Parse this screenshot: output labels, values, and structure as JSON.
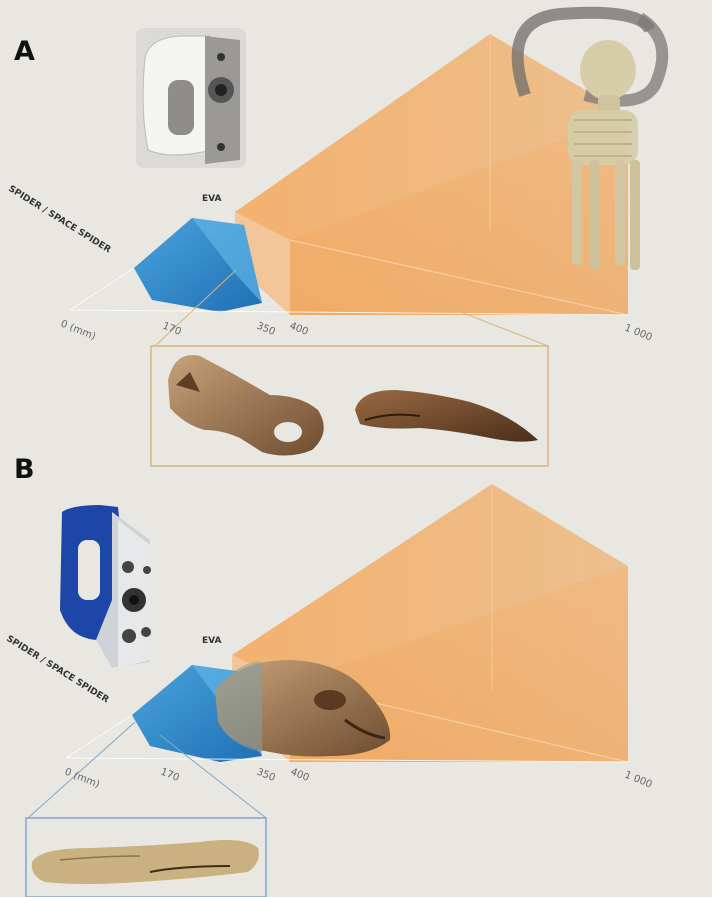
{
  "panels": [
    {
      "letter": "A",
      "labels": {
        "spider": "SPIDER / SPACE SPIDER",
        "eva": "EVA"
      },
      "ticks": [
        "0 (mm)",
        "170",
        "350",
        "400",
        "1 000"
      ],
      "specimens": [
        "skull-fossil",
        "jaw-fossil",
        "mammoth-skeleton"
      ],
      "colors": {
        "spider_volume": "#2f86c8",
        "eva_volume": "#f0a04c",
        "inset_frame": "#d9b57a"
      }
    },
    {
      "letter": "B",
      "labels": {
        "spider": "SPIDER / SPACE SPIDER",
        "eva": "EVA"
      },
      "ticks": [
        "0 (mm)",
        "170",
        "350",
        "400",
        "1 000"
      ],
      "specimens": [
        "skull-fossil",
        "bone-fragment"
      ],
      "colors": {
        "spider_volume": "#2f86c8",
        "eva_volume": "#f0a04c",
        "inset_frame": "#7fa9c9"
      }
    }
  ]
}
